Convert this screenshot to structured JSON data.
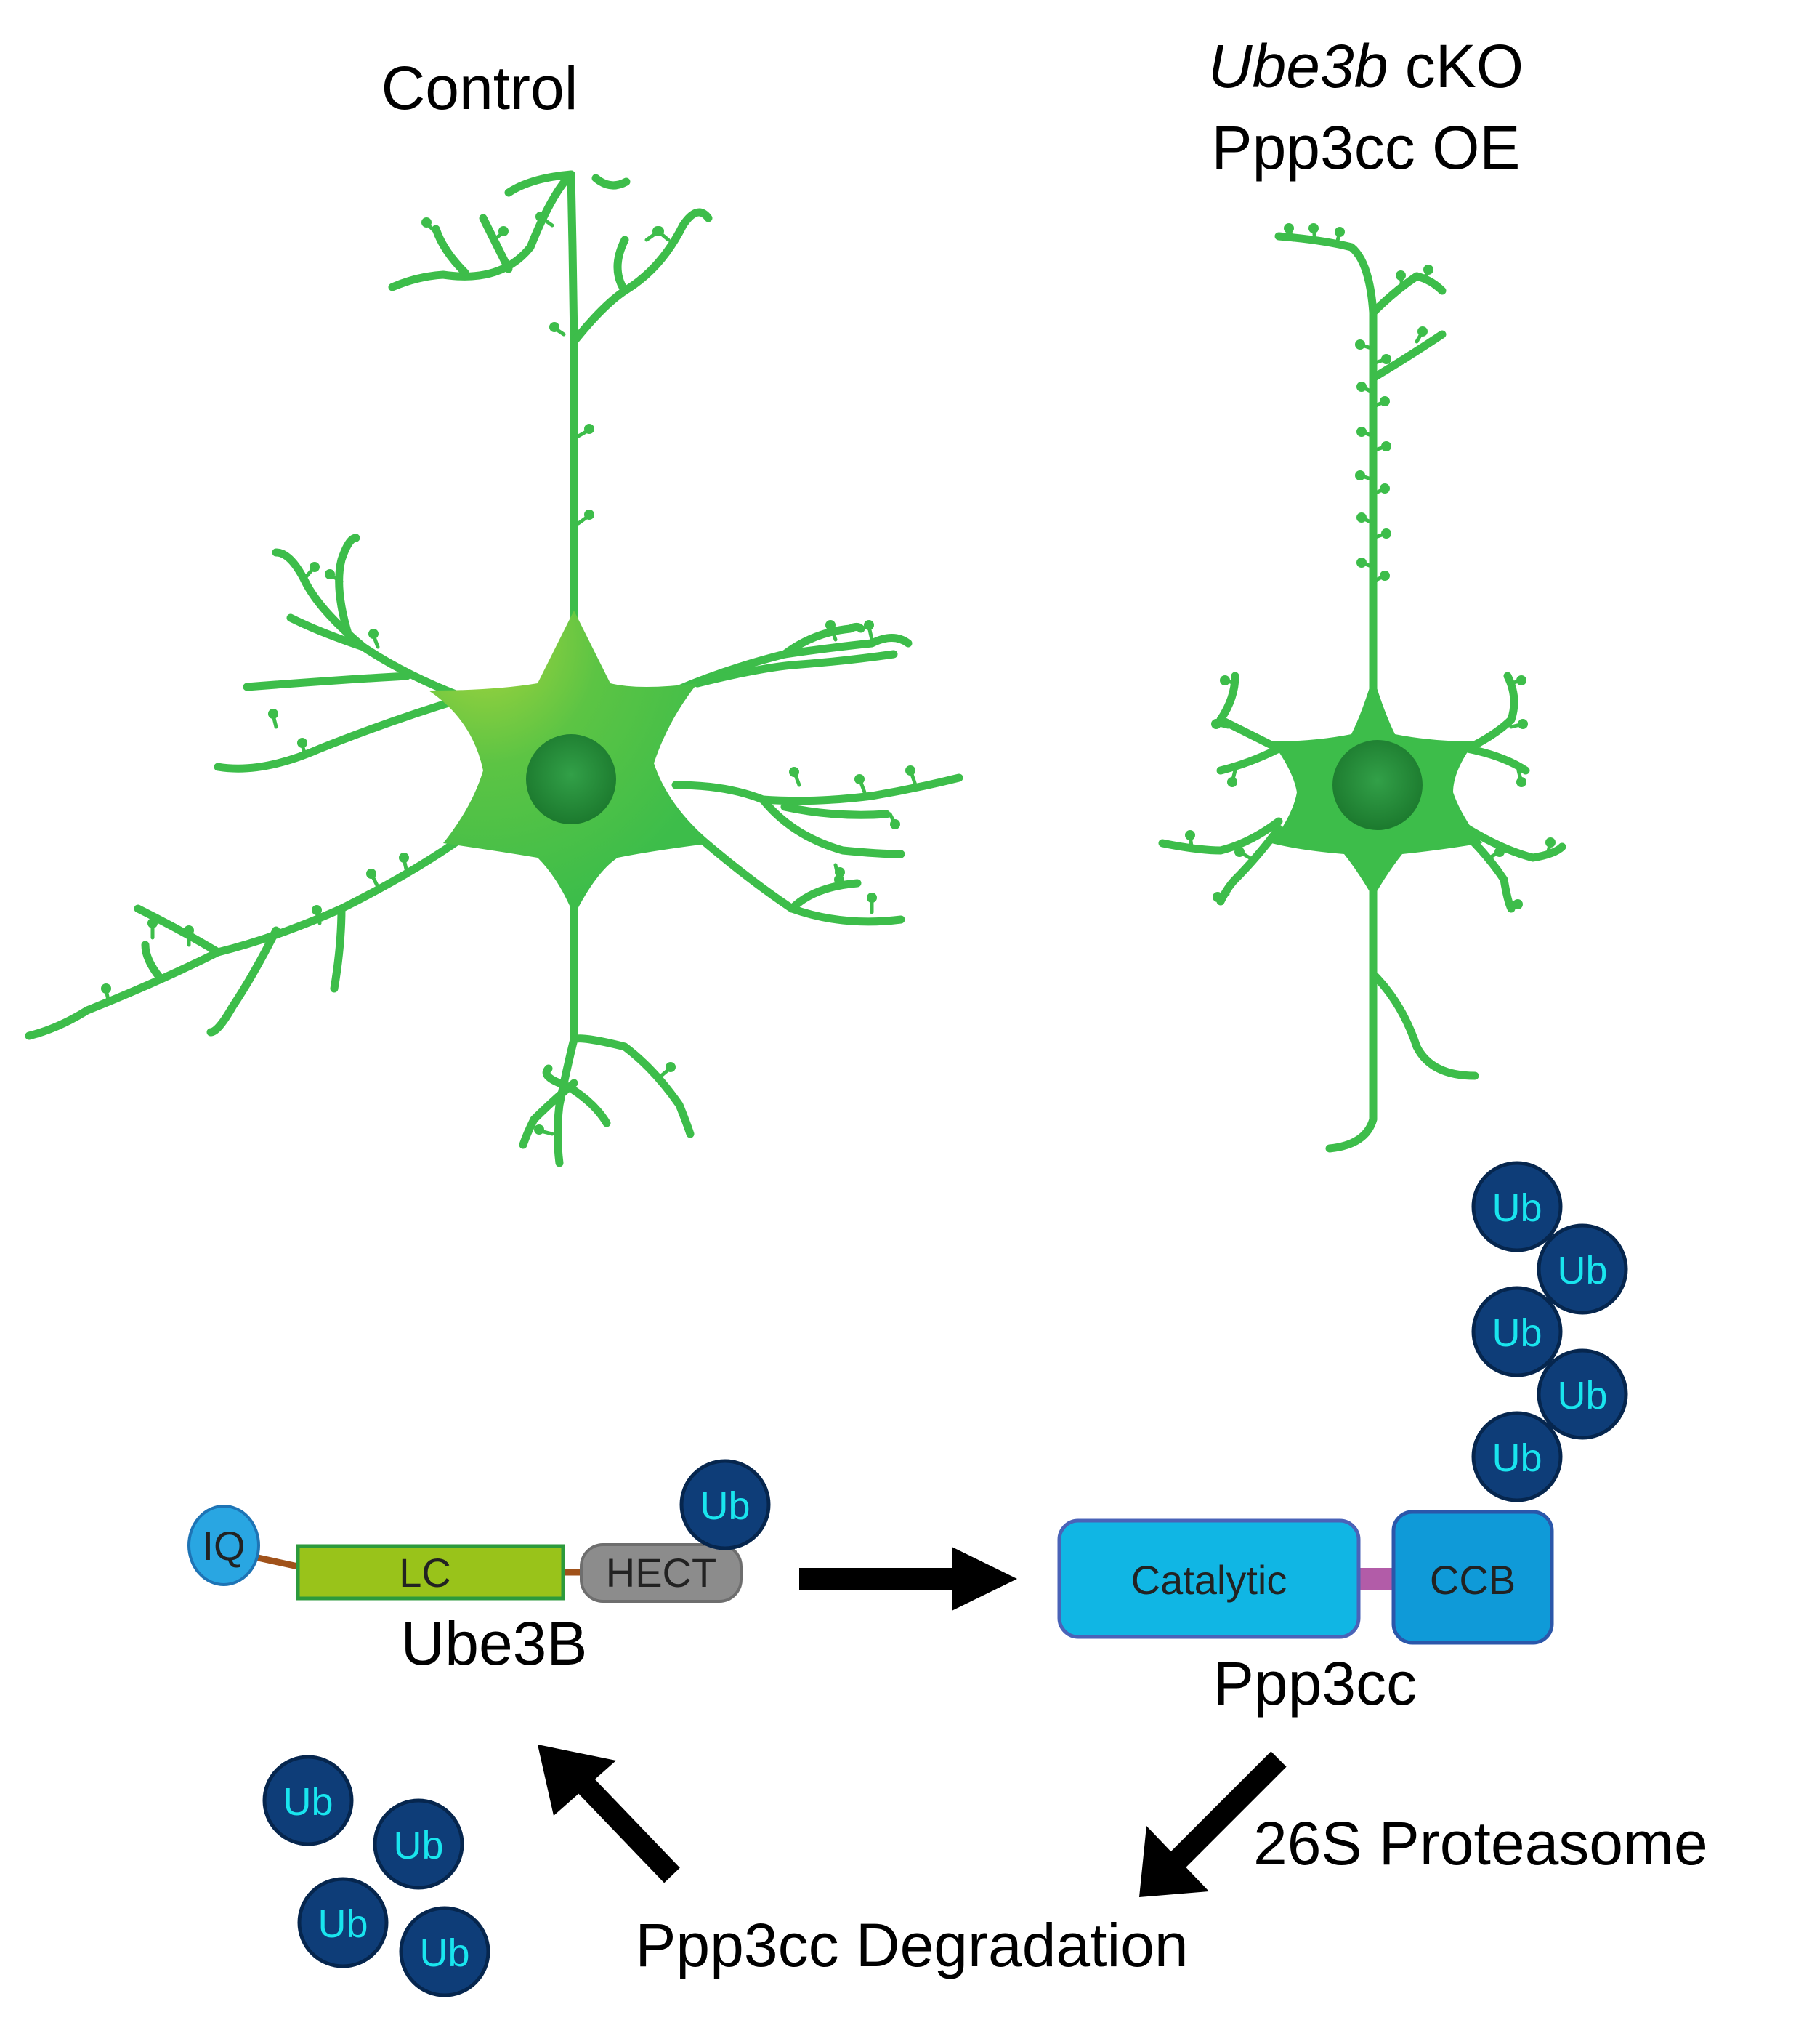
{
  "panels": {
    "control_title": "Control",
    "ko_title_gene": "Ube3b",
    "ko_title_rest": " cKO",
    "ko_title_line2": "Ppp3cc OE"
  },
  "ube3b": {
    "iq": "IQ",
    "lc": "LC",
    "hect": "HECT",
    "name": "Ube3B"
  },
  "ppp3cc": {
    "catalytic": "Catalytic",
    "ccb": "CCB",
    "name": "Ppp3cc"
  },
  "ubiquitin_label": "Ub",
  "proteasome_label": "26S Proteasome",
  "degradation_label": "Ppp3cc Degradation",
  "colors": {
    "neuron": "#3dbd4a",
    "neuron_light": "#9dd23c",
    "nucleus": "#1f8a35",
    "ub_fill": "#0e3d78",
    "ub_text": "#19e5ee",
    "iq": "#29a6e2",
    "lc": "#99c31a",
    "hect": "#8c8c8c",
    "catalytic": "#10b6e4",
    "ccb": "#0f9ad8",
    "linker_pp": "#b25ca8",
    "linker_ube": "#a0521a"
  }
}
